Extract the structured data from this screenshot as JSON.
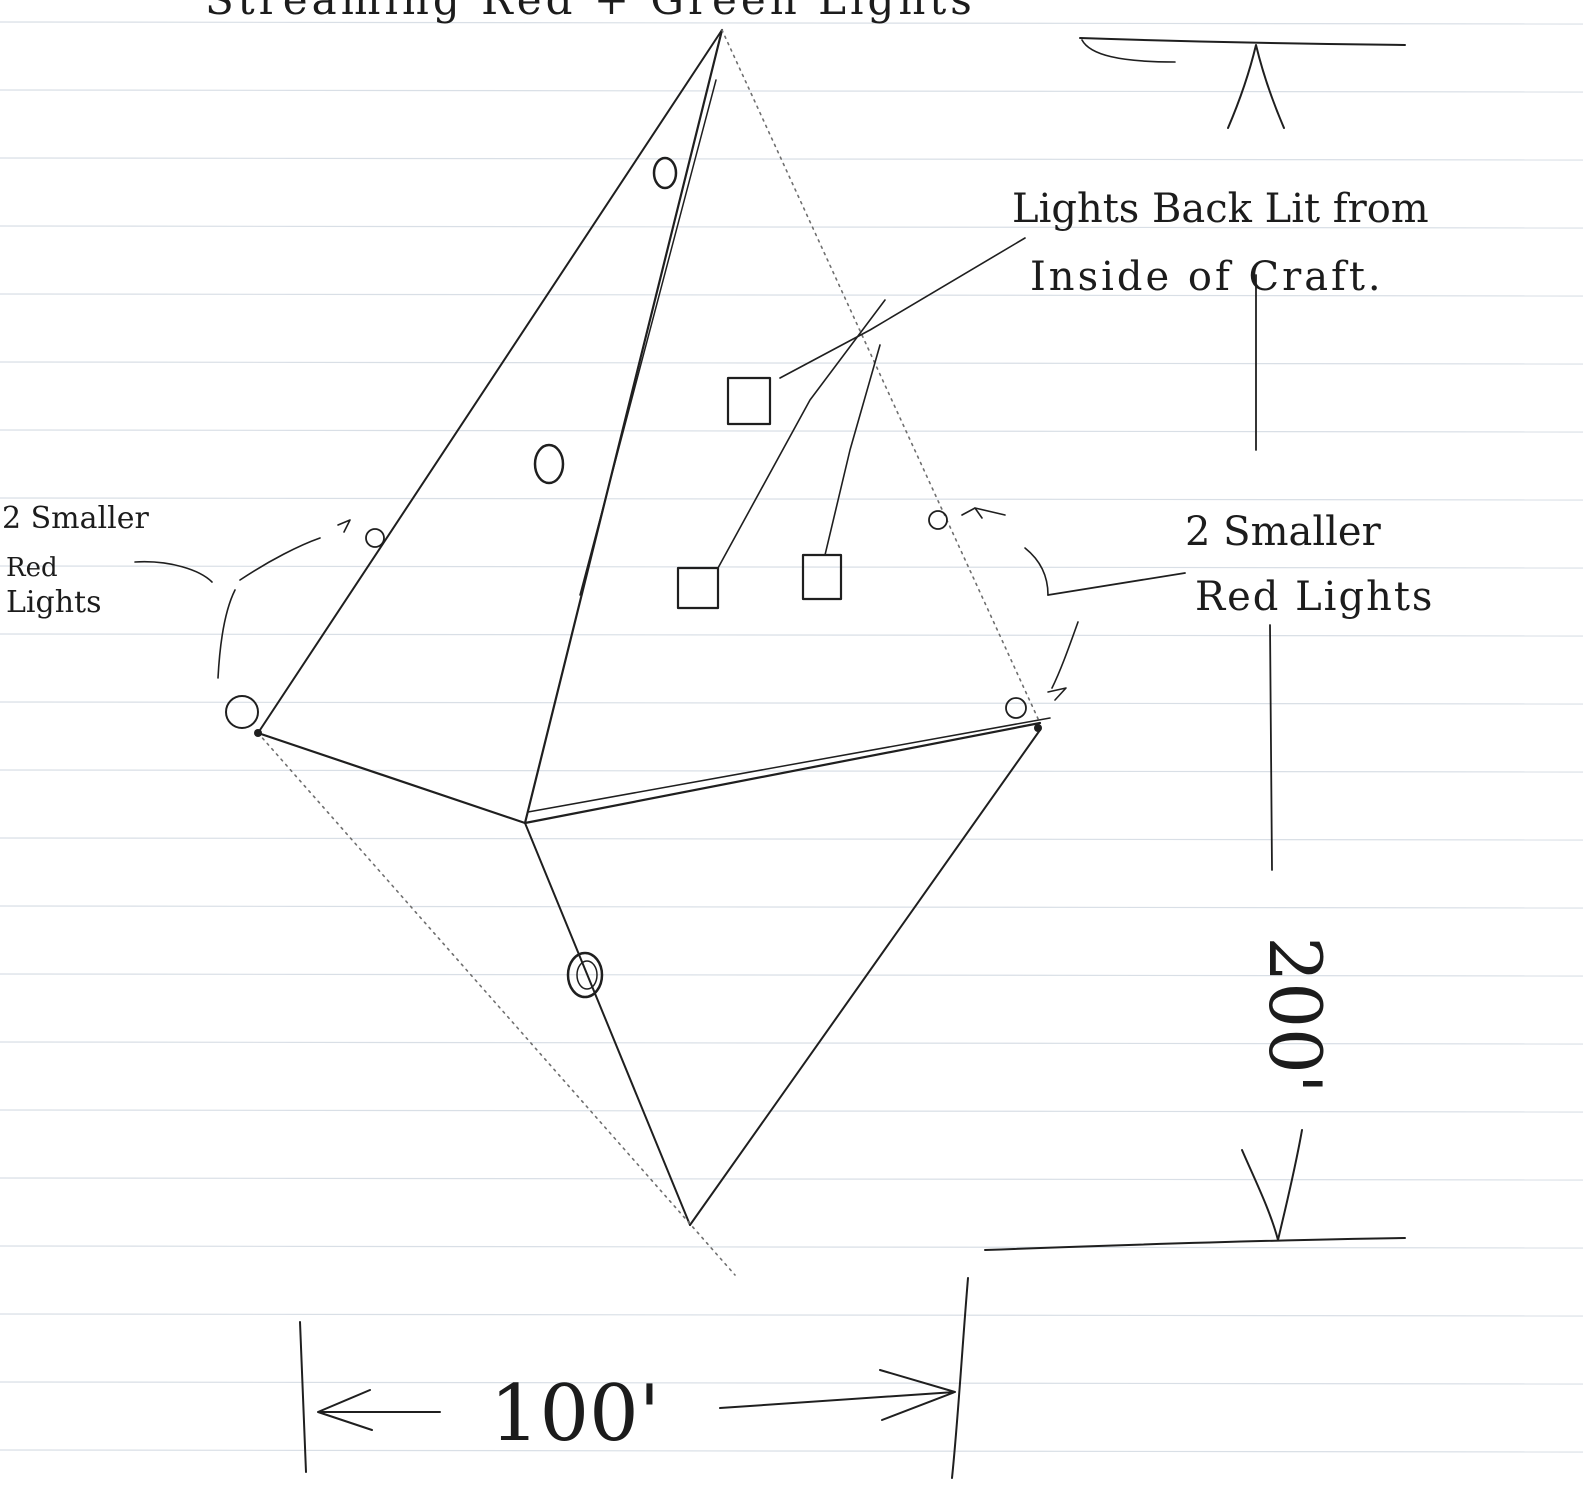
{
  "annotations": {
    "top_caption": "Streaming Red + Green Lights",
    "lights_note_line1": "Lights Back Lit from",
    "lights_note_line2": "Inside of Craft.",
    "left_note_line1": "2 Smaller",
    "left_note_line2": "Red",
    "left_note_line3": "Lights",
    "right_note_line1": "2 Smaller",
    "right_note_line2": "Red Lights",
    "height_dimension": "200'",
    "width_dimension": "100'"
  },
  "colors": {
    "ink": "#1f1f1f",
    "paper": "#ffffff",
    "ruled_lines": "#d9dfe6"
  }
}
